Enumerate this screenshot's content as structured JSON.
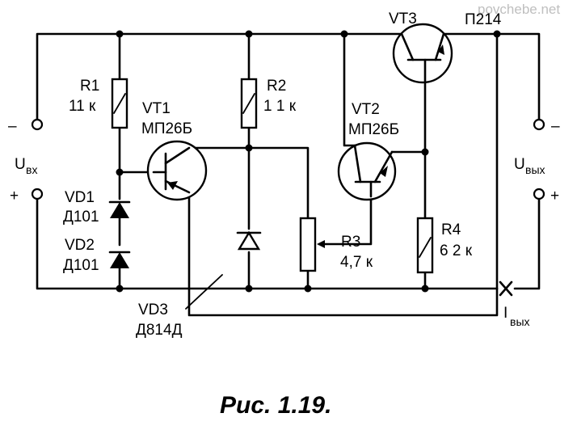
{
  "watermark": "povchebe.net",
  "caption": "Рис. 1.19.",
  "input": {
    "minus": "–",
    "plus": "+",
    "u": "U",
    "u_sub": "вх"
  },
  "output": {
    "minus": "–",
    "plus": "+",
    "u": "U",
    "u_sub": "вых"
  },
  "current": {
    "i": "I",
    "i_sub": "вых"
  },
  "components": {
    "r1": {
      "ref": "R1",
      "value": "11 к"
    },
    "r2": {
      "ref": "R2",
      "value": "1 1 к"
    },
    "r3": {
      "ref": "R3",
      "value": "4,7 к"
    },
    "r4": {
      "ref": "R4",
      "value": "6 2 к"
    },
    "vt1": {
      "ref": "VT1",
      "type": "МП26Б"
    },
    "vt2": {
      "ref": "VT2",
      "type": "МП26Б"
    },
    "vt3": {
      "ref": "VT3",
      "type": "П214"
    },
    "vd1": {
      "ref": "VD1",
      "type": "Д101"
    },
    "vd2": {
      "ref": "VD2",
      "type": "Д101"
    },
    "vd3": {
      "ref": "VD3",
      "type": "Д814Д"
    }
  }
}
